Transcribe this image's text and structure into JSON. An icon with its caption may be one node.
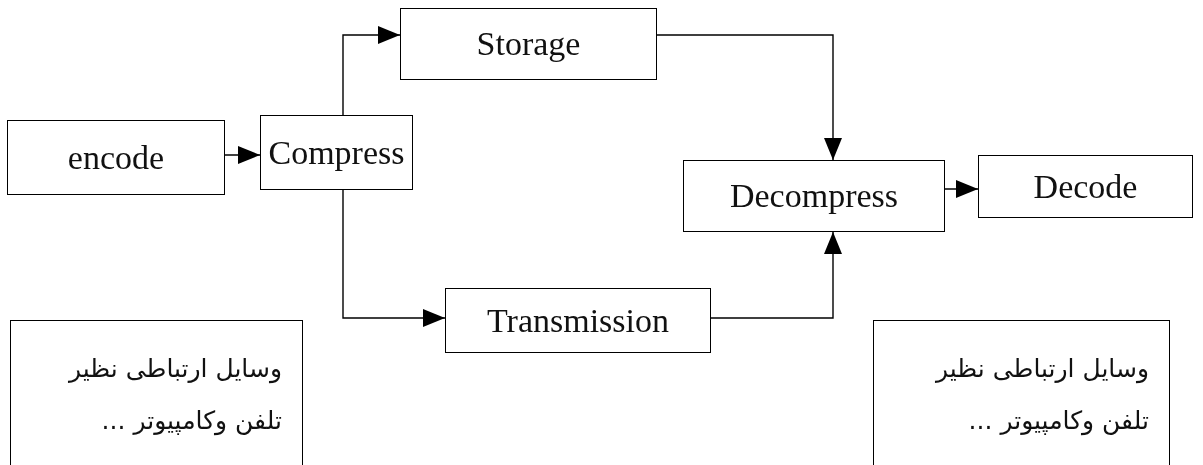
{
  "diagram": {
    "nodes": [
      {
        "text": [
          "encode"
        ]
      },
      {
        "text": [
          "Compress"
        ]
      },
      {
        "text": [
          "Storage"
        ]
      },
      {
        "text": [
          "Transmission"
        ]
      },
      {
        "text": [
          "Decompress"
        ]
      },
      {
        "text": [
          "Decode"
        ]
      },
      {
        "text": [
          "وسایل ارتباطی نظیر تلفن وکامپیوتر ..."
        ]
      },
      {
        "text": [
          "وسایل ارتباطی نظیر تلفن وکامپیوتر ..."
        ]
      }
    ],
    "edges": [
      {
        "from": 0,
        "to": 1,
        "arrow": "to"
      },
      {
        "from": 1,
        "to": 2,
        "arrow": "to"
      },
      {
        "from": 1,
        "to": 3,
        "arrow": "to"
      },
      {
        "from": 2,
        "to": 4,
        "arrow": "to"
      },
      {
        "from": 3,
        "to": 4,
        "arrow": "to"
      },
      {
        "from": 4,
        "to": 5,
        "arrow": "to"
      }
    ]
  }
}
